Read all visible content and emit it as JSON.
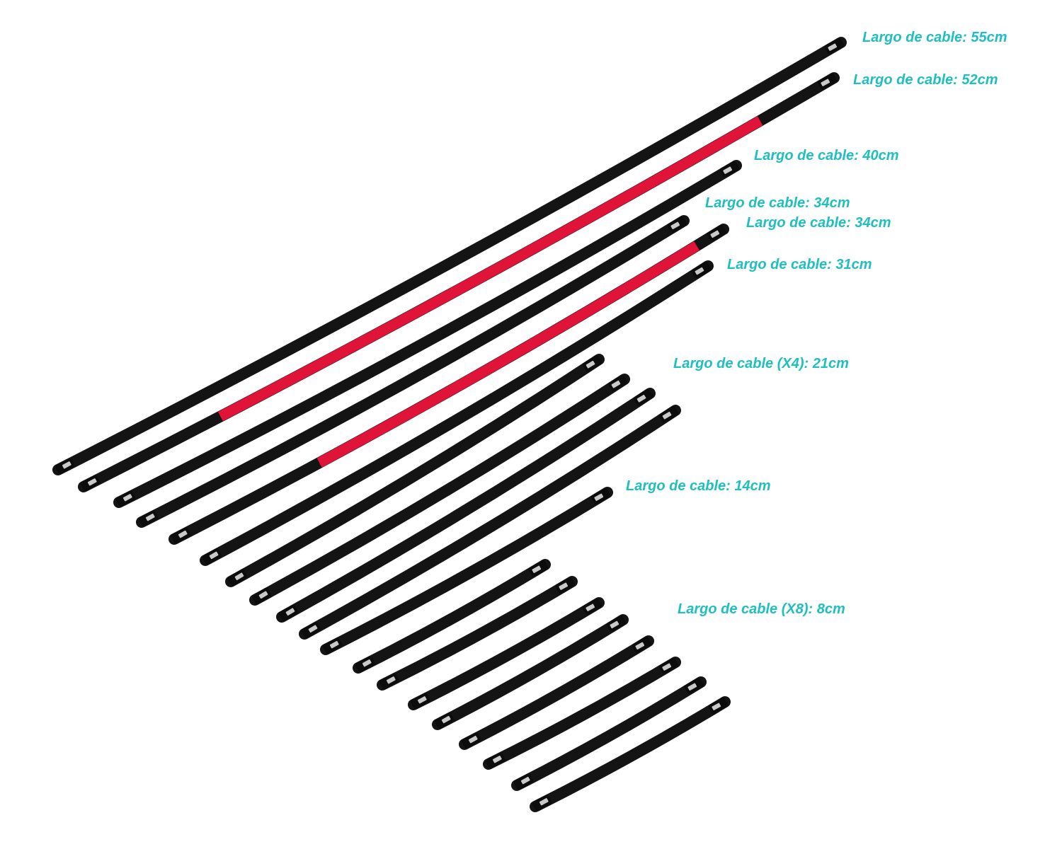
{
  "colors": {
    "label": "#1fbfbf",
    "cable_black": "#141414",
    "cable_red": "#e01438",
    "connector": "#0c0c0c",
    "metal": "#c9c9c9"
  },
  "labels": {
    "l55": "Largo de cable: 55cm",
    "l52": "Largo de cable: 52cm",
    "l40": "Largo de cable: 40cm",
    "l34a": "Largo de cable: 34cm",
    "l34b": "Largo de cable: 34cm",
    "l31": "Largo de cable: 31cm",
    "l21": "Largo de cable (X4): 21cm",
    "l14": "Largo de cable: 14cm",
    "l8": "Largo de cable (X8): 8cm"
  }
}
